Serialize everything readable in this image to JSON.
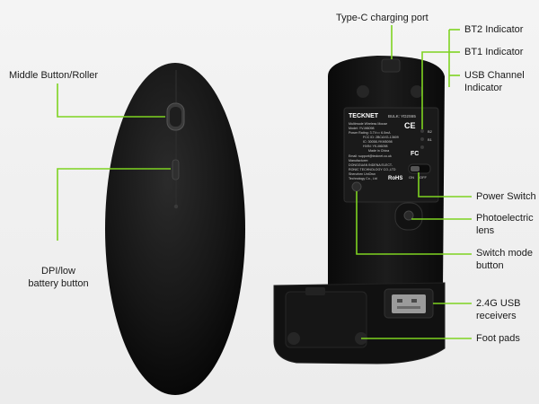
{
  "labels": {
    "middle_button": "Middle Button/Roller",
    "dpi_line1": "DPI/low",
    "dpi_line2": "battery button",
    "type_c": "Type-C charging port",
    "bt2": "BT2 Indicator",
    "bt1": "BT1 Indicator",
    "usb_channel_line1": "USB Channel",
    "usb_channel_line2": "Indicator",
    "power_switch": "Power Switch",
    "photo_line1": "Photoelectric",
    "photo_line2": "lens",
    "switch_mode_line1": "Switch mode",
    "switch_mode_line2": "button",
    "usb_receiver_line1": "2.4G USB",
    "usb_receiver_line2": "receivers",
    "foot_pads": "Foot pads"
  },
  "product_label": {
    "brand": "TECKNET",
    "model_top": "BULK: YD2S65",
    "line1": "Multimode Wireless Mouse",
    "line2": "Model: YV-M6098",
    "line3": "Power Rating: 3.7V== 6.0mA",
    "line4": "FCC ID: 2BCAXG-13609",
    "line5": "IC: 30058-YKM5098",
    "line6": "HVIN: YK-M6098",
    "line7": "Made in China",
    "line8": "Email: support@tecknet.co.uk",
    "line9": "Manufacturer:",
    "line10": "DONGGUAN INDENA ELECT-",
    "line11": "RONIC TECHNOLOGY CO.,LTD",
    "line12": "Shenzhen UniOwn",
    "line13": "Technology Co., Ltd",
    "ce": "CE",
    "fc": "FC",
    "rohs": "RoHS",
    "on": "ON",
    "off": "OFF",
    "b2": "B2",
    "b1": "B1"
  },
  "colors": {
    "accent_green": "#7ed321",
    "mouse_body": "#141414",
    "label_text": "#1a1a1a"
  }
}
